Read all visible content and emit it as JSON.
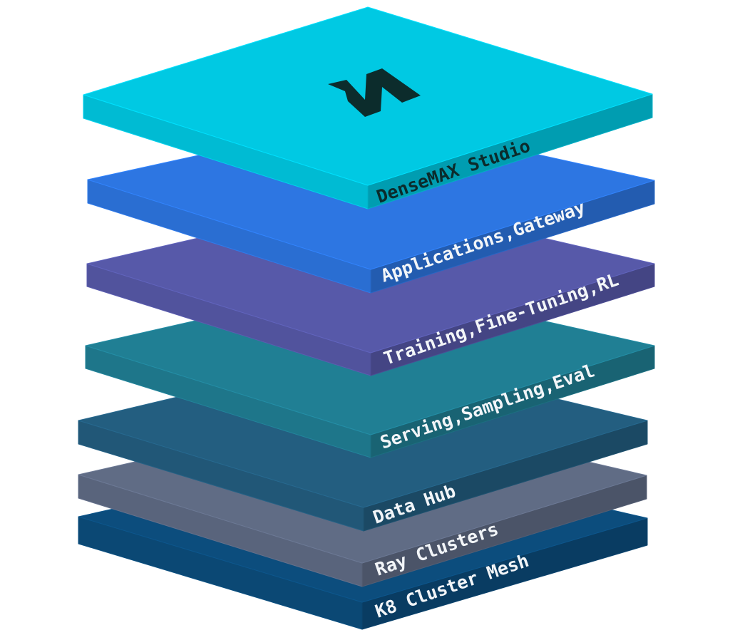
{
  "diagram": {
    "layers": [
      {
        "label": "K8 Cluster Mesh",
        "color": "#0c4d7d",
        "text_color": "#f2f5f8"
      },
      {
        "label": "Ray Clusters",
        "color": "#606c85",
        "text_color": "#f2f5f8"
      },
      {
        "label": "Data Hub",
        "color": "#235e80",
        "text_color": "#f2f5f8"
      },
      {
        "label": "Serving,Sampling,Eval",
        "color": "#207f94",
        "text_color": "#f2f5f8"
      },
      {
        "label": "Training,Fine-Tuning,RL",
        "color": "#5759a9",
        "text_color": "#f2f5f8"
      },
      {
        "label": "Applications,Gateway",
        "color": "#2d76e2",
        "text_color": "#f2f5f8"
      },
      {
        "label": "DenseMAX Studio",
        "color": "#00c9e3",
        "text_color": "#0b2b2b"
      }
    ],
    "logo": {
      "name": "densemax-logo-icon",
      "glyph": "N",
      "color": "#0c2c2c"
    }
  }
}
